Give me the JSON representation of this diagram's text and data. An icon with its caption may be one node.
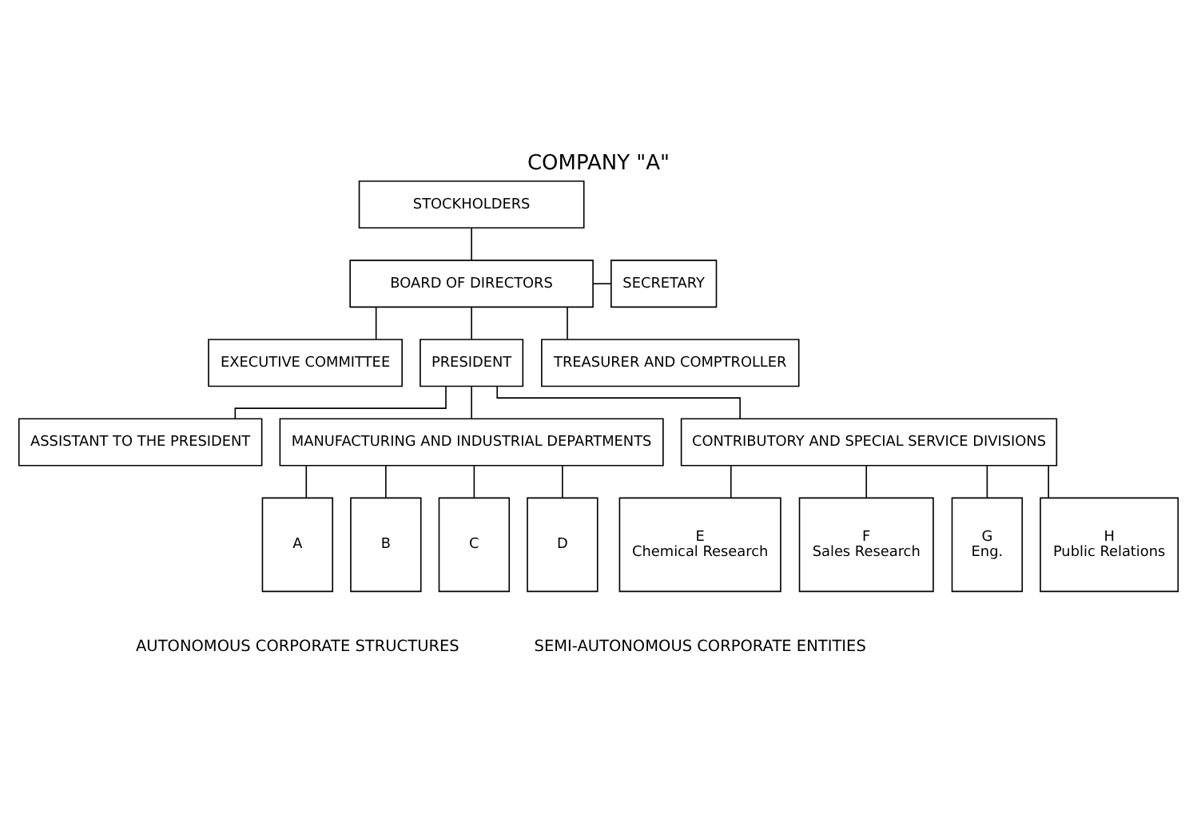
{
  "diagram": {
    "title": "COMPANY \"A\"",
    "nodes": [
      {
        "text": [
          "STOCKHOLDERS"
        ]
      },
      {
        "text": [
          "BOARD OF DIRECTORS"
        ]
      },
      {
        "text": [
          "SECRETARY"
        ]
      },
      {
        "text": [
          "EXECUTIVE COMMITTEE"
        ]
      },
      {
        "text": [
          "PRESIDENT"
        ]
      },
      {
        "text": [
          "TREASURER AND COMPTROLLER"
        ]
      },
      {
        "text": [
          "ASSISTANT TO THE PRESIDENT"
        ]
      },
      {
        "text": [
          "MANUFACTURING AND INDUSTRIAL DEPARTMENTS"
        ]
      },
      {
        "text": [
          "CONTRIBUTORY AND SPECIAL SERVICE DIVISIONS"
        ]
      },
      {
        "text": [
          "A"
        ]
      },
      {
        "text": [
          "B"
        ]
      },
      {
        "text": [
          "C"
        ]
      },
      {
        "text": [
          "D"
        ]
      },
      {
        "text": [
          "E",
          "Chemical Research"
        ]
      },
      {
        "text": [
          "F",
          "Sales Research"
        ]
      },
      {
        "text": [
          "G",
          "Eng."
        ]
      },
      {
        "text": [
          "H",
          "Public Relations"
        ]
      }
    ],
    "edges": [
      {
        "from": 0,
        "to": 1,
        "arrow": "none"
      },
      {
        "from": 1,
        "to": 2,
        "arrow": "none"
      },
      {
        "from": 1,
        "to": 3,
        "arrow": "none"
      },
      {
        "from": 1,
        "to": 4,
        "arrow": "none"
      },
      {
        "from": 1,
        "to": 5,
        "arrow": "none"
      },
      {
        "from": 4,
        "to": 6,
        "arrow": "none"
      },
      {
        "from": 4,
        "to": 7,
        "arrow": "none"
      },
      {
        "from": 4,
        "to": 8,
        "arrow": "none"
      },
      {
        "from": 7,
        "to": 9,
        "arrow": "none"
      },
      {
        "from": 7,
        "to": 10,
        "arrow": "none"
      },
      {
        "from": 7,
        "to": 11,
        "arrow": "none"
      },
      {
        "from": 7,
        "to": 12,
        "arrow": "none"
      },
      {
        "from": 8,
        "to": 13,
        "arrow": "none"
      },
      {
        "from": 8,
        "to": 14,
        "arrow": "none"
      },
      {
        "from": 8,
        "to": 15,
        "arrow": "none"
      },
      {
        "from": 8,
        "to": 16,
        "arrow": "none"
      }
    ],
    "labels": [
      "AUTONOMOUS CORPORATE STRUCTURES",
      "SEMI-AUTONOMOUS CORPORATE ENTITIES"
    ]
  }
}
